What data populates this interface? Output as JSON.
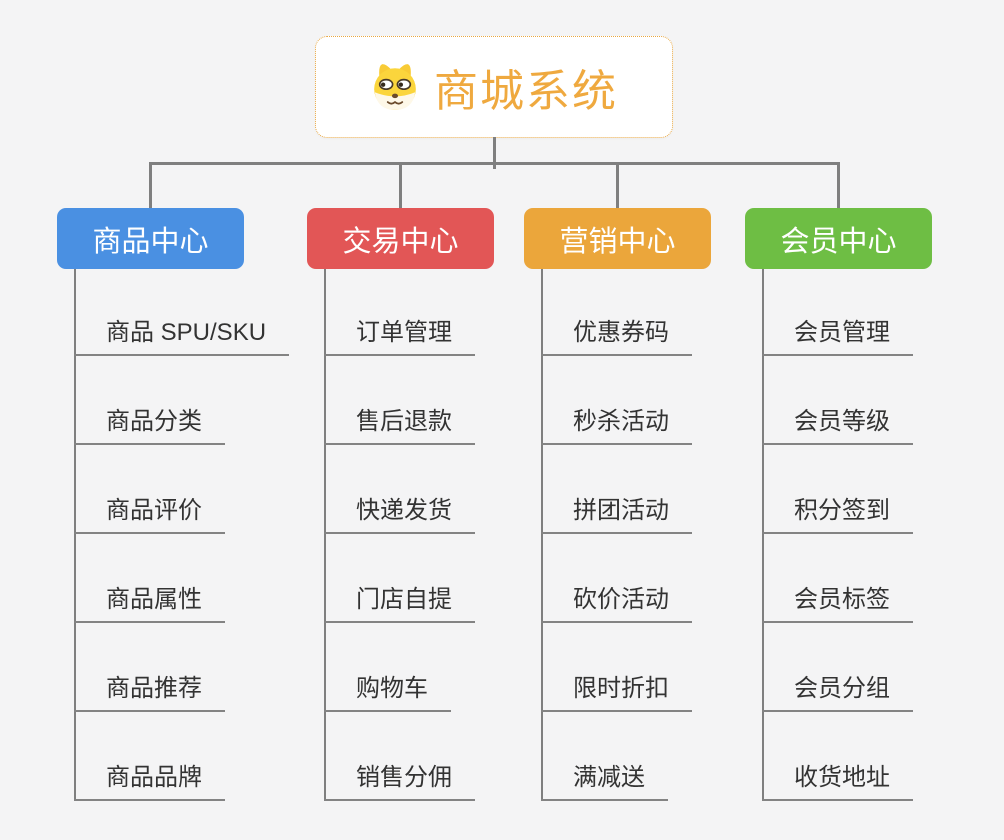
{
  "root": {
    "label": "商城系统",
    "icon": "shiba-dog-icon",
    "accent_color": "#EFA93F",
    "border_color": "#E9A843"
  },
  "palette": {
    "background": "#F4F4F5",
    "connector": "#7F7F7F",
    "leaf_text": "#333333"
  },
  "branches": [
    {
      "label": "商品中心",
      "color": "#4A90E2",
      "items": [
        "商品 SPU/SKU",
        "商品分类",
        "商品评价",
        "商品属性",
        "商品推荐",
        "商品品牌"
      ]
    },
    {
      "label": "交易中心",
      "color": "#E25656",
      "items": [
        "订单管理",
        "售后退款",
        "快递发货",
        "门店自提",
        "购物车",
        "销售分佣"
      ]
    },
    {
      "label": "营销中心",
      "color": "#EBA63B",
      "items": [
        "优惠券码",
        "秒杀活动",
        "拼团活动",
        "砍价活动",
        "限时折扣",
        "满减送"
      ]
    },
    {
      "label": "会员中心",
      "color": "#6EBE44",
      "items": [
        "会员管理",
        "会员等级",
        "积分签到",
        "会员标签",
        "会员分组",
        "收货地址"
      ]
    }
  ]
}
